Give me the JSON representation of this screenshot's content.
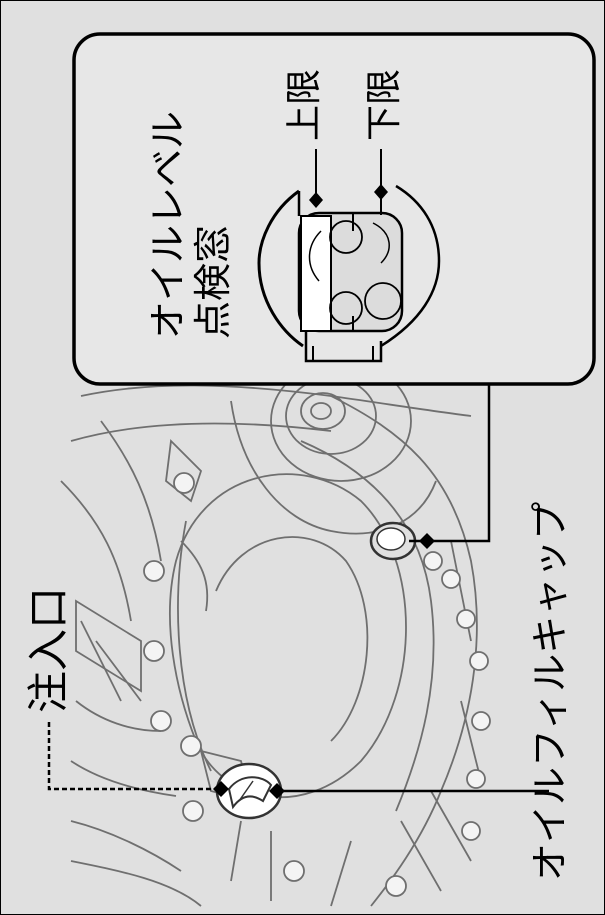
{
  "figure": {
    "colors": {
      "background": "#e0e0e0",
      "inset_background": "#e7e7e7",
      "line": "#000000",
      "engine_line": "#6f6f6f"
    }
  },
  "labels": {
    "fill_port": "注入口",
    "oil_filler_cap": "オイルフィルキャップ",
    "inspection_window_line1": "オイルレベル",
    "inspection_window_line2": "点検窓",
    "upper_limit": "上限",
    "lower_limit": "下限"
  }
}
